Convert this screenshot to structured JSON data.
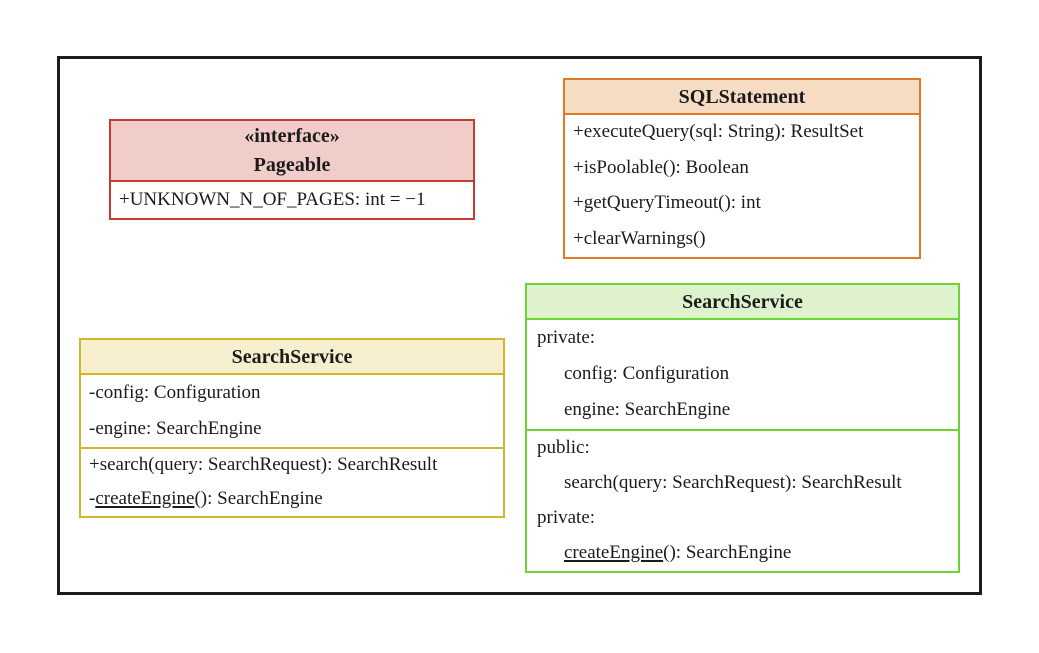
{
  "colors": {
    "frame_border": "#1c1c1c",
    "text": "#1b1b1b",
    "red_border": "#c43c34",
    "red_fill": "#f0cdc9",
    "orange_border": "#e07a28",
    "orange_fill": "#f6dcc2",
    "yellow_border": "#d2b62e",
    "yellow_fill": "#f5efcd",
    "green_border": "#6ed334",
    "green_fill": "#ddf2cd"
  },
  "classes": {
    "pageable": {
      "stereotype": "«interface»",
      "name": "Pageable",
      "attributes": [
        "+UNKNOWN_N_OF_PAGES: int = −1"
      ]
    },
    "sql_statement": {
      "name": "SQLStatement",
      "methods": [
        "+executeQuery(sql: String): ResultSet",
        "+isPoolable(): Boolean",
        "+getQueryTimeout(): int",
        "+clearWarnings()"
      ]
    },
    "search_service_yellow": {
      "name": "SearchService",
      "attributes": [
        "-config: Configuration",
        "-engine: SearchEngine"
      ],
      "method_search": "+search(query: SearchRequest): SearchResult",
      "create_engine": {
        "prefix": "-",
        "underlined": "createEngine",
        "suffix": "(): SearchEngine"
      }
    },
    "search_service_green": {
      "name": "SearchService",
      "attrs_visibility_label": "private:",
      "attributes": [
        "config: Configuration",
        "engine: SearchEngine"
      ],
      "public_label": "public:",
      "method_search": "search(query: SearchRequest): SearchResult",
      "private_label": "private:",
      "create_engine": {
        "underlined": "createEngine",
        "suffix": "(): SearchEngine"
      }
    }
  }
}
